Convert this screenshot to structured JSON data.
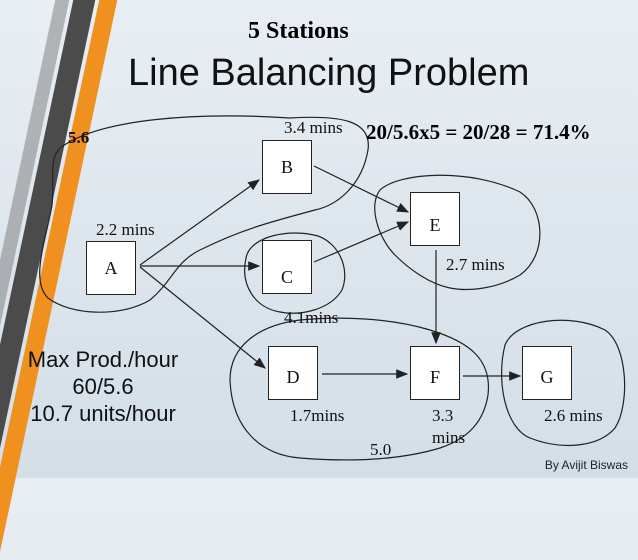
{
  "subtitle": "5 Stations",
  "title": "Line Balancing Problem",
  "efficiency": "20/5.6x5 = 20/28 = 71.4%",
  "station_times": {
    "s1": "5.6",
    "s5": "5.0"
  },
  "nodes": {
    "A": "A",
    "B": "B",
    "C": "C",
    "D": "D",
    "E": "E",
    "F": "F",
    "G": "G"
  },
  "times": {
    "A": "2.2 mins",
    "B": "3.4 mins",
    "C": "4.1mins",
    "D": "1.7mins",
    "E": "2.7 mins",
    "F_line1": "3.3",
    "F_line2": "mins",
    "G": "2.6  mins"
  },
  "max_prod": {
    "line1": "Max Prod./hour",
    "line2": "60/5.6",
    "line3": "10.7 units/hour"
  },
  "credit": "By Avijit Biswas"
}
